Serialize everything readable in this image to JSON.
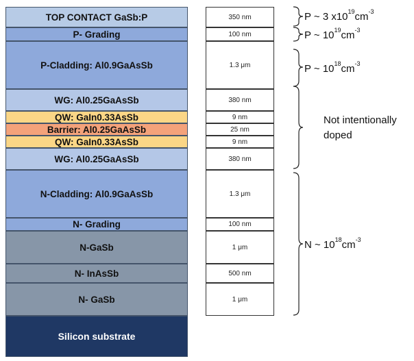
{
  "layers": [
    {
      "label": "TOP CONTACT GaSb:P",
      "thickness": "350 nm",
      "color": "#b7cbe6"
    },
    {
      "label": "P- Grading",
      "thickness": "100 nm",
      "color": "#8ea9db"
    },
    {
      "label": "P-Cladding: Al0.9GaAsSb",
      "thickness": "1.3 μm",
      "color": "#8ea9db"
    },
    {
      "label": "WG: Al0.25GaAsSb",
      "thickness": "380 nm",
      "color": "#b4c7e7"
    },
    {
      "label": "QW: GaIn0.33AsSb",
      "thickness": "9 nm",
      "color": "#fbd686"
    },
    {
      "label": "Barrier: Al0.25GaAsSb",
      "thickness": "25 nm",
      "color": "#f4a27a"
    },
    {
      "label": "QW: GaIn0.33AsSb",
      "thickness": "9 nm",
      "color": "#fbd686"
    },
    {
      "label": "WG: Al0.25GaAsSb",
      "thickness": "380 nm",
      "color": "#b4c7e7"
    },
    {
      "label": "N-Cladding: Al0.9GaAsSb",
      "thickness": "1.3 μm",
      "color": "#8ea9db"
    },
    {
      "label": "N- Grading",
      "thickness": "100 nm",
      "color": "#8ea9db"
    },
    {
      "label": "N-GaSb",
      "thickness": "1 μm",
      "color": "#8796a8"
    },
    {
      "label": "N- InAsSb",
      "thickness": "500 nm",
      "color": "#8796a8"
    },
    {
      "label": "N- GaSb",
      "thickness": "1 μm",
      "color": "#8796a8"
    },
    {
      "label": "Silicon substrate",
      "thickness": "",
      "color": "#1f3864"
    }
  ],
  "doping": [
    {
      "prefix": "P ~ 3 x10",
      "exp": "19",
      "unit": "cm",
      "unit_exp": "-3"
    },
    {
      "prefix": "P ~ 10",
      "exp": "19",
      "unit": "cm",
      "unit_exp": "-3"
    },
    {
      "prefix": "P ~ 10",
      "exp": "18",
      "unit": "cm",
      "unit_exp": "-3"
    },
    {
      "line1": "Not intentionally",
      "line2": "doped"
    },
    {
      "prefix": "N ~ 10",
      "exp": "18",
      "unit": "cm",
      "unit_exp": "-3"
    }
  ]
}
